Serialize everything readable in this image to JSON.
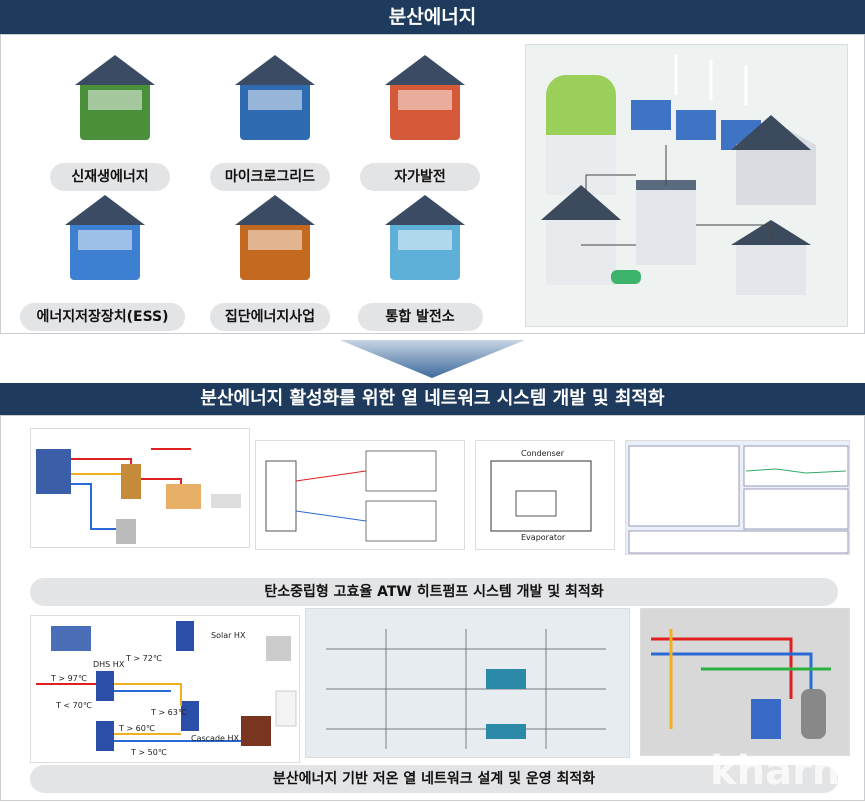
{
  "section1": {
    "title": "분산에너지",
    "items": [
      {
        "label": "신재생에너지",
        "icon": "wind-solar-icon"
      },
      {
        "label": "마이크로그리드",
        "icon": "microgrid-icon"
      },
      {
        "label": "자가발전",
        "icon": "solar-house-icon"
      },
      {
        "label": "에너지저장장치(ESS)",
        "icon": "battery-storage-icon"
      },
      {
        "label": "집단에너지사업",
        "icon": "factory-icon"
      },
      {
        "label": "통합 발전소",
        "icon": "power-plant-icon"
      }
    ]
  },
  "section2": {
    "title": "분산에너지 활성화를 위한 열 네트워크 시스템 개발 및 최적화",
    "row1_caption": "탄소중립형 고효율 ATW 히트펌프 시스템 개발 및 최적화",
    "row2_caption": "분산에너지 기반 저온 열 네트워크 설계 및 운영 최적화",
    "diagram_labels": {
      "solar_hx": "Solar HX",
      "dhs_hx": "DHS HX",
      "cascade_hx": "Cascade HX",
      "t97": "T > 97℃",
      "t70": "T < 70℃",
      "t72": "T > 72℃",
      "t63": "T > 63℃",
      "t60": "T > 60℃",
      "t50": "T > 50℃",
      "condenser": "Condenser",
      "evaporator": "Evaporator"
    }
  },
  "watermark": "kharn",
  "colors": {
    "header": "#1e3a5c",
    "pill": "#e3e4e6"
  }
}
